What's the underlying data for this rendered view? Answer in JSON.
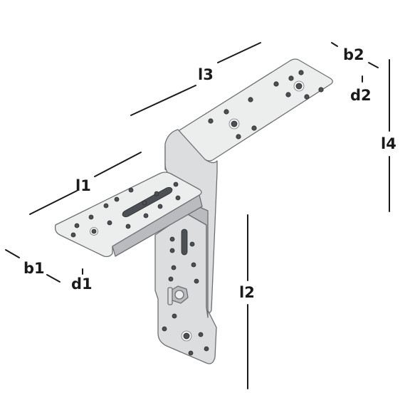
{
  "labels": {
    "l1": "l1",
    "l2": "l2",
    "l3": "l3",
    "l4": "l4",
    "b1": "b1",
    "b2": "b2",
    "d1": "d1",
    "d2": "d2"
  },
  "colors": {
    "steel_face": "#dcdddf",
    "steel_light": "#eceded",
    "steel_shadow": "#b9bbbe",
    "outline": "#6d6f72",
    "hole": "#4c4f53",
    "dimension_line": "#1a1a1a"
  }
}
